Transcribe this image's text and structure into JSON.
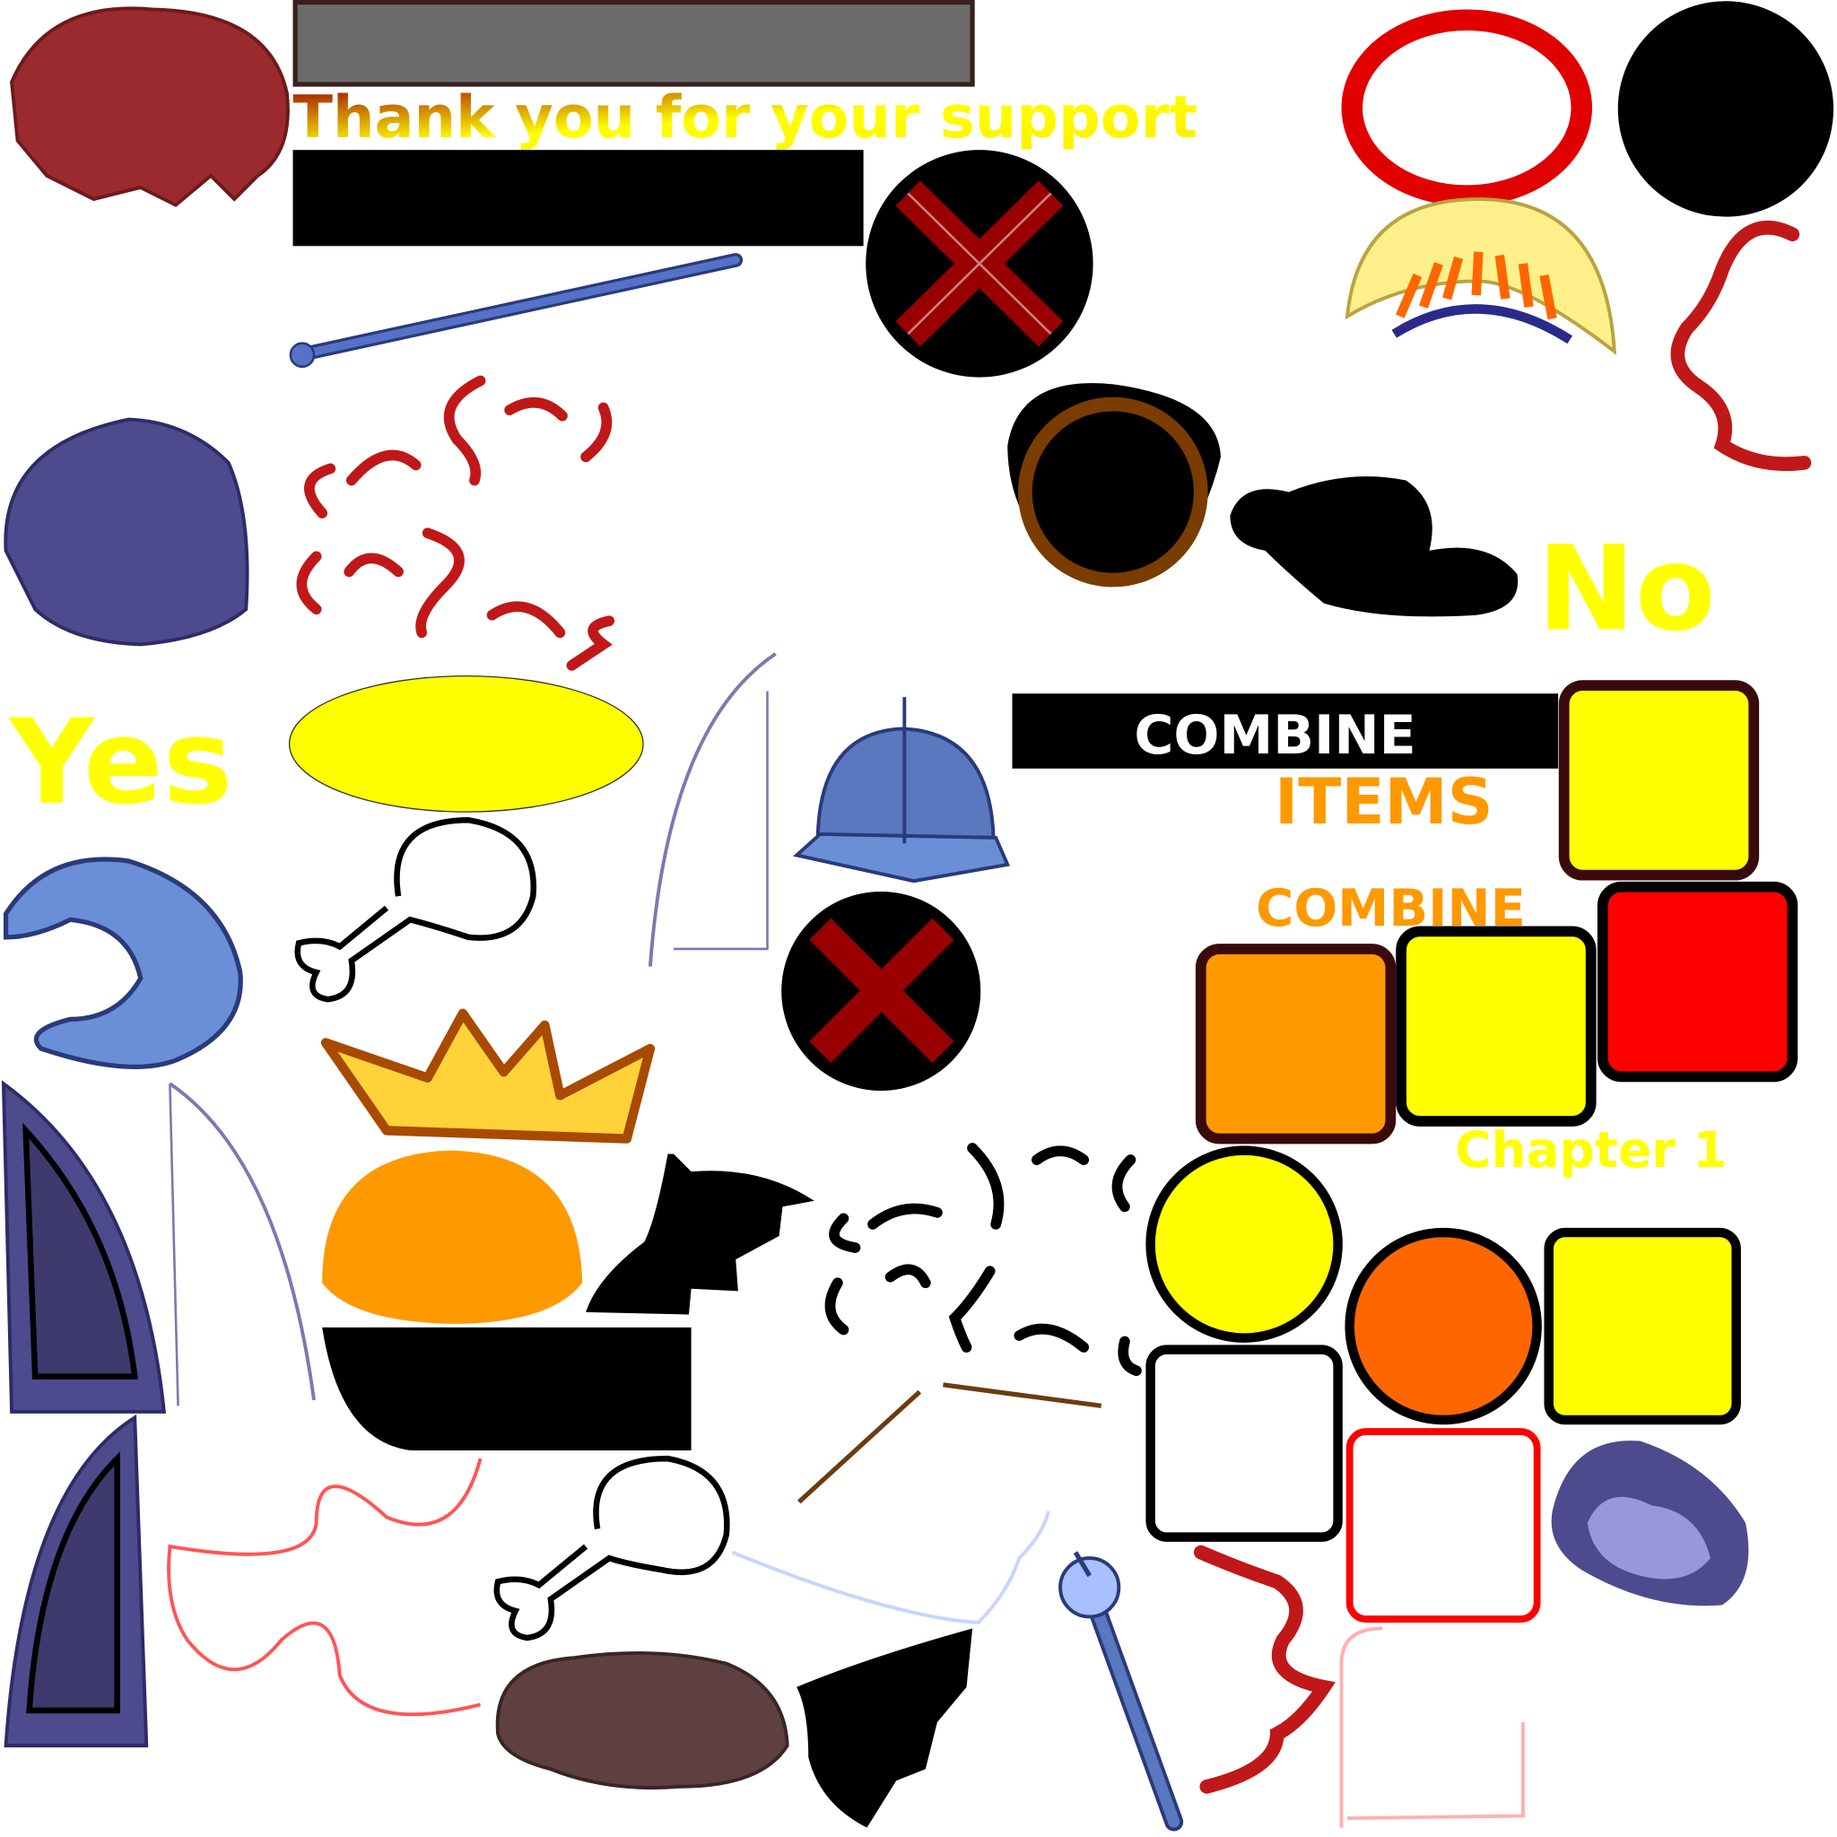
{
  "sheet": {
    "thanks_text": "Thank you for your support",
    "yes_label": "Yes",
    "no_label": "No",
    "combine_label": "COMBINE",
    "items_label": "ITEMS",
    "combine_label_2": "COMBINE",
    "chapter_label": "Chapter 1"
  },
  "colors": {
    "yellow": "#ffff00",
    "orange": "#ff9900",
    "dark_orange": "#ff6600",
    "red": "#ff0000",
    "dark_red": "#990000",
    "black": "#000000",
    "purple": "#4e4a8e",
    "blue": "#6b8fd6"
  }
}
